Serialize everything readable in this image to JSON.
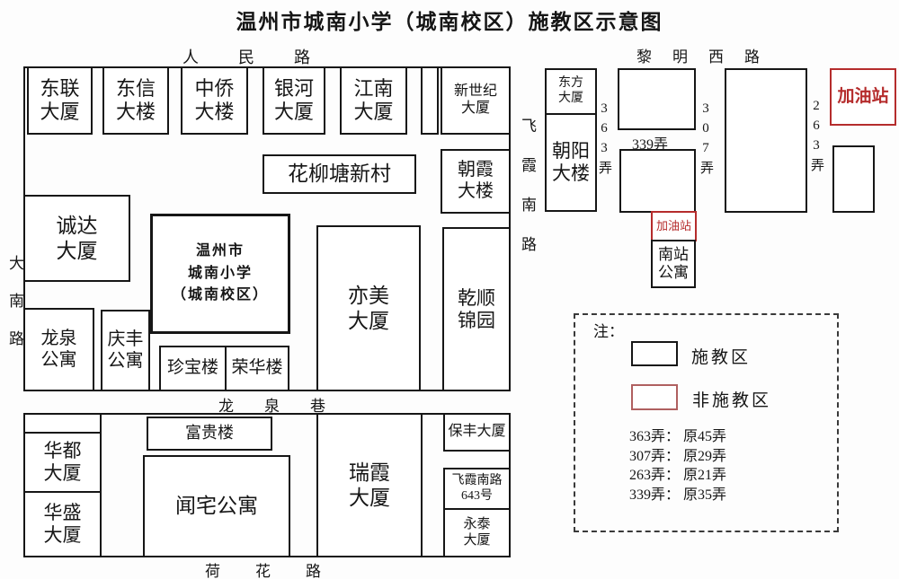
{
  "title": "温州市城南小学（城南校区）施教区示意图",
  "roads": {
    "renmin": "人民路",
    "liming": "黎明西路",
    "danan": "大南路",
    "feixia": "飞霞南路",
    "longquan_lane": "龙泉巷",
    "hehua": "荷花路"
  },
  "lanes": {
    "l363": "363弄",
    "l339": "339弄",
    "l307": "307弄",
    "l263": "263弄"
  },
  "buildings": {
    "donglian": {
      "l1": "东联",
      "l2": "大厦"
    },
    "dongxin": {
      "l1": "东信",
      "l2": "大楼"
    },
    "zhongqiao": {
      "l1": "中侨",
      "l2": "大楼"
    },
    "yinhe": {
      "l1": "银河",
      "l2": "大厦"
    },
    "jiangnan": {
      "l1": "江南",
      "l2": "大厦"
    },
    "xinshiji": {
      "l1": "新世纪",
      "l2": "大厦"
    },
    "hualiutang": {
      "l1": "花柳塘新村"
    },
    "zhaoxia": {
      "l1": "朝霞",
      "l2": "大楼"
    },
    "chengda": {
      "l1": "诚达",
      "l2": "大厦"
    },
    "school": {
      "l1": "温州市",
      "l2": "城南小学",
      "l3": "（城南校区）"
    },
    "yimei": {
      "l1": "亦美",
      "l2": "大厦"
    },
    "qianshun": {
      "l1": "乾顺",
      "l2": "锦园"
    },
    "longquan_apt": {
      "l1": "龙泉",
      "l2": "公寓"
    },
    "qingfeng": {
      "l1": "庆丰",
      "l2": "公寓"
    },
    "zhenbao": {
      "l1": "珍宝楼"
    },
    "ronghua": {
      "l1": "荣华楼"
    },
    "huadu": {
      "l1": "华都",
      "l2": "大厦"
    },
    "huasheng": {
      "l1": "华盛",
      "l2": "大厦"
    },
    "fugui": {
      "l1": "富贵楼"
    },
    "wenzhai": {
      "l1": "闻宅公寓"
    },
    "ruixia": {
      "l1": "瑞霞",
      "l2": "大厦"
    },
    "baofeng": {
      "l1": "保丰大厦"
    },
    "feixia643": {
      "l1": "飞霞南路",
      "l2": "643号"
    },
    "yongtai": {
      "l1": "永泰",
      "l2": "大厦"
    },
    "dongfang": {
      "l1": "东方",
      "l2": "大厦"
    },
    "chaoyang": {
      "l1": "朝阳",
      "l2": "大楼"
    },
    "nanzhan": {
      "l1": "南站",
      "l2": "公寓"
    },
    "gas_small": {
      "l1": "加油站"
    },
    "gas_large": {
      "l1": "加油站"
    }
  },
  "legend": {
    "note_label": "注：",
    "in_district": "施教区",
    "out_district": "非施教区",
    "notes": [
      "363弄： 原45弄",
      "307弄： 原29弄",
      "263弄： 原21弄",
      "339弄： 原35弄"
    ]
  },
  "colors": {
    "red": "#b52c2c",
    "ink": "#161616"
  }
}
